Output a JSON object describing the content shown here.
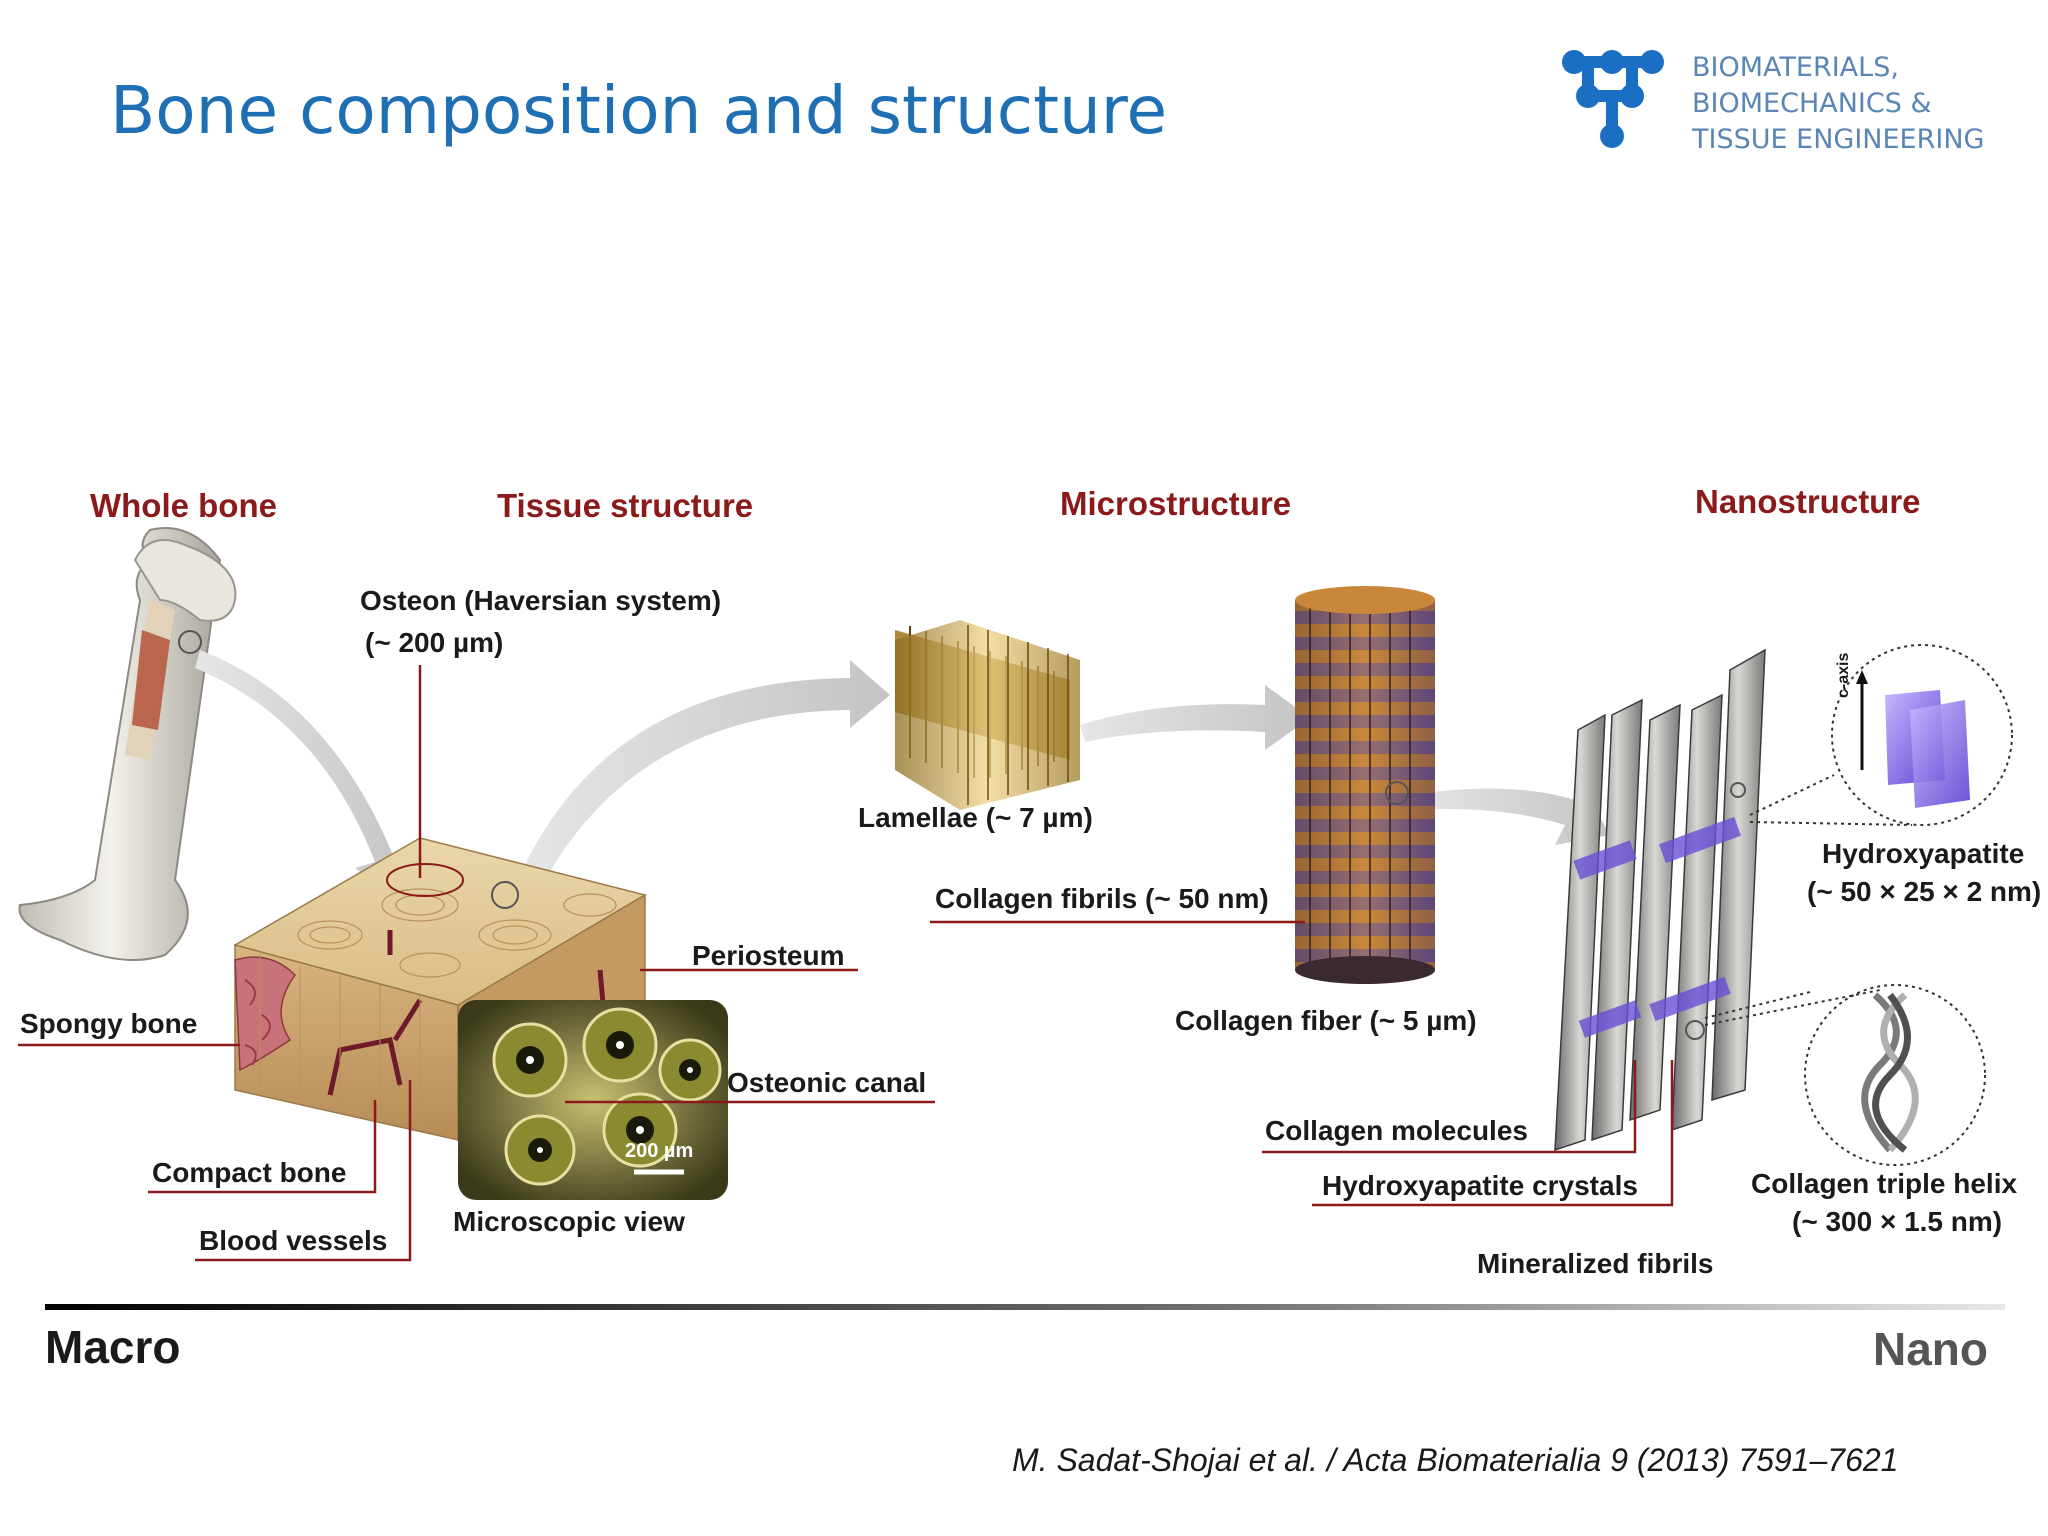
{
  "slide": {
    "title": "Bone composition and structure",
    "logo": {
      "lines": [
        "BIOMATERIALS,",
        "BIOMECHANICS &",
        "TISSUE ENGINEERING"
      ],
      "color": "#5a86b6",
      "icon": "molecule-logo-icon"
    },
    "title_color": "#1f6fb5"
  },
  "figure": {
    "headers": {
      "whole_bone": "Whole bone",
      "tissue_structure": "Tissue structure",
      "microstructure": "Microstructure",
      "nanostructure": "Nanostructure"
    },
    "labels": {
      "osteon_line1": "Osteon (Haversian system)",
      "osteon_line2": "(~ 200 µm)",
      "lamellae": "Lamellae (~ 7 µm)",
      "collagen_fibrils": "Collagen fibrils (~ 50 nm)",
      "periosteum": "Periosteum",
      "spongy_bone": "Spongy bone",
      "osteonic_canal": "Osteonic canal",
      "compact_bone": "Compact bone",
      "blood_vessels": "Blood vessels",
      "microscopic_view": "Microscopic view",
      "scale_bar": "200 µm",
      "collagen_fiber": "Collagen fiber (~ 5 µm)",
      "hydroxyapatite_line1": "Hydroxyapatite",
      "hydroxyapatite_line2": "(~ 50 × 25 × 2 nm)",
      "c_axis": "c-axis",
      "collagen_molecules": "Collagen molecules",
      "hydroxyapatite_crystals": "Hydroxyapatite crystals",
      "triple_helix_line1": "Collagen triple helix",
      "triple_helix_line2": "(~ 300 × 1.5 nm)",
      "mineralized_fibrils": "Mineralized  fibrils"
    },
    "scale": {
      "left": "Macro",
      "right": "Nano"
    },
    "colors": {
      "header": "#8b1a1a",
      "leader_line": "#8b1a1a",
      "bone": "#d9c49a",
      "collagen_purple": "#7a5fd6",
      "collagen_orange": "#c98a3a"
    }
  },
  "citation": "M. Sadat-Shojai et al. / Acta Biomaterialia 9 (2013) 7591–7621"
}
